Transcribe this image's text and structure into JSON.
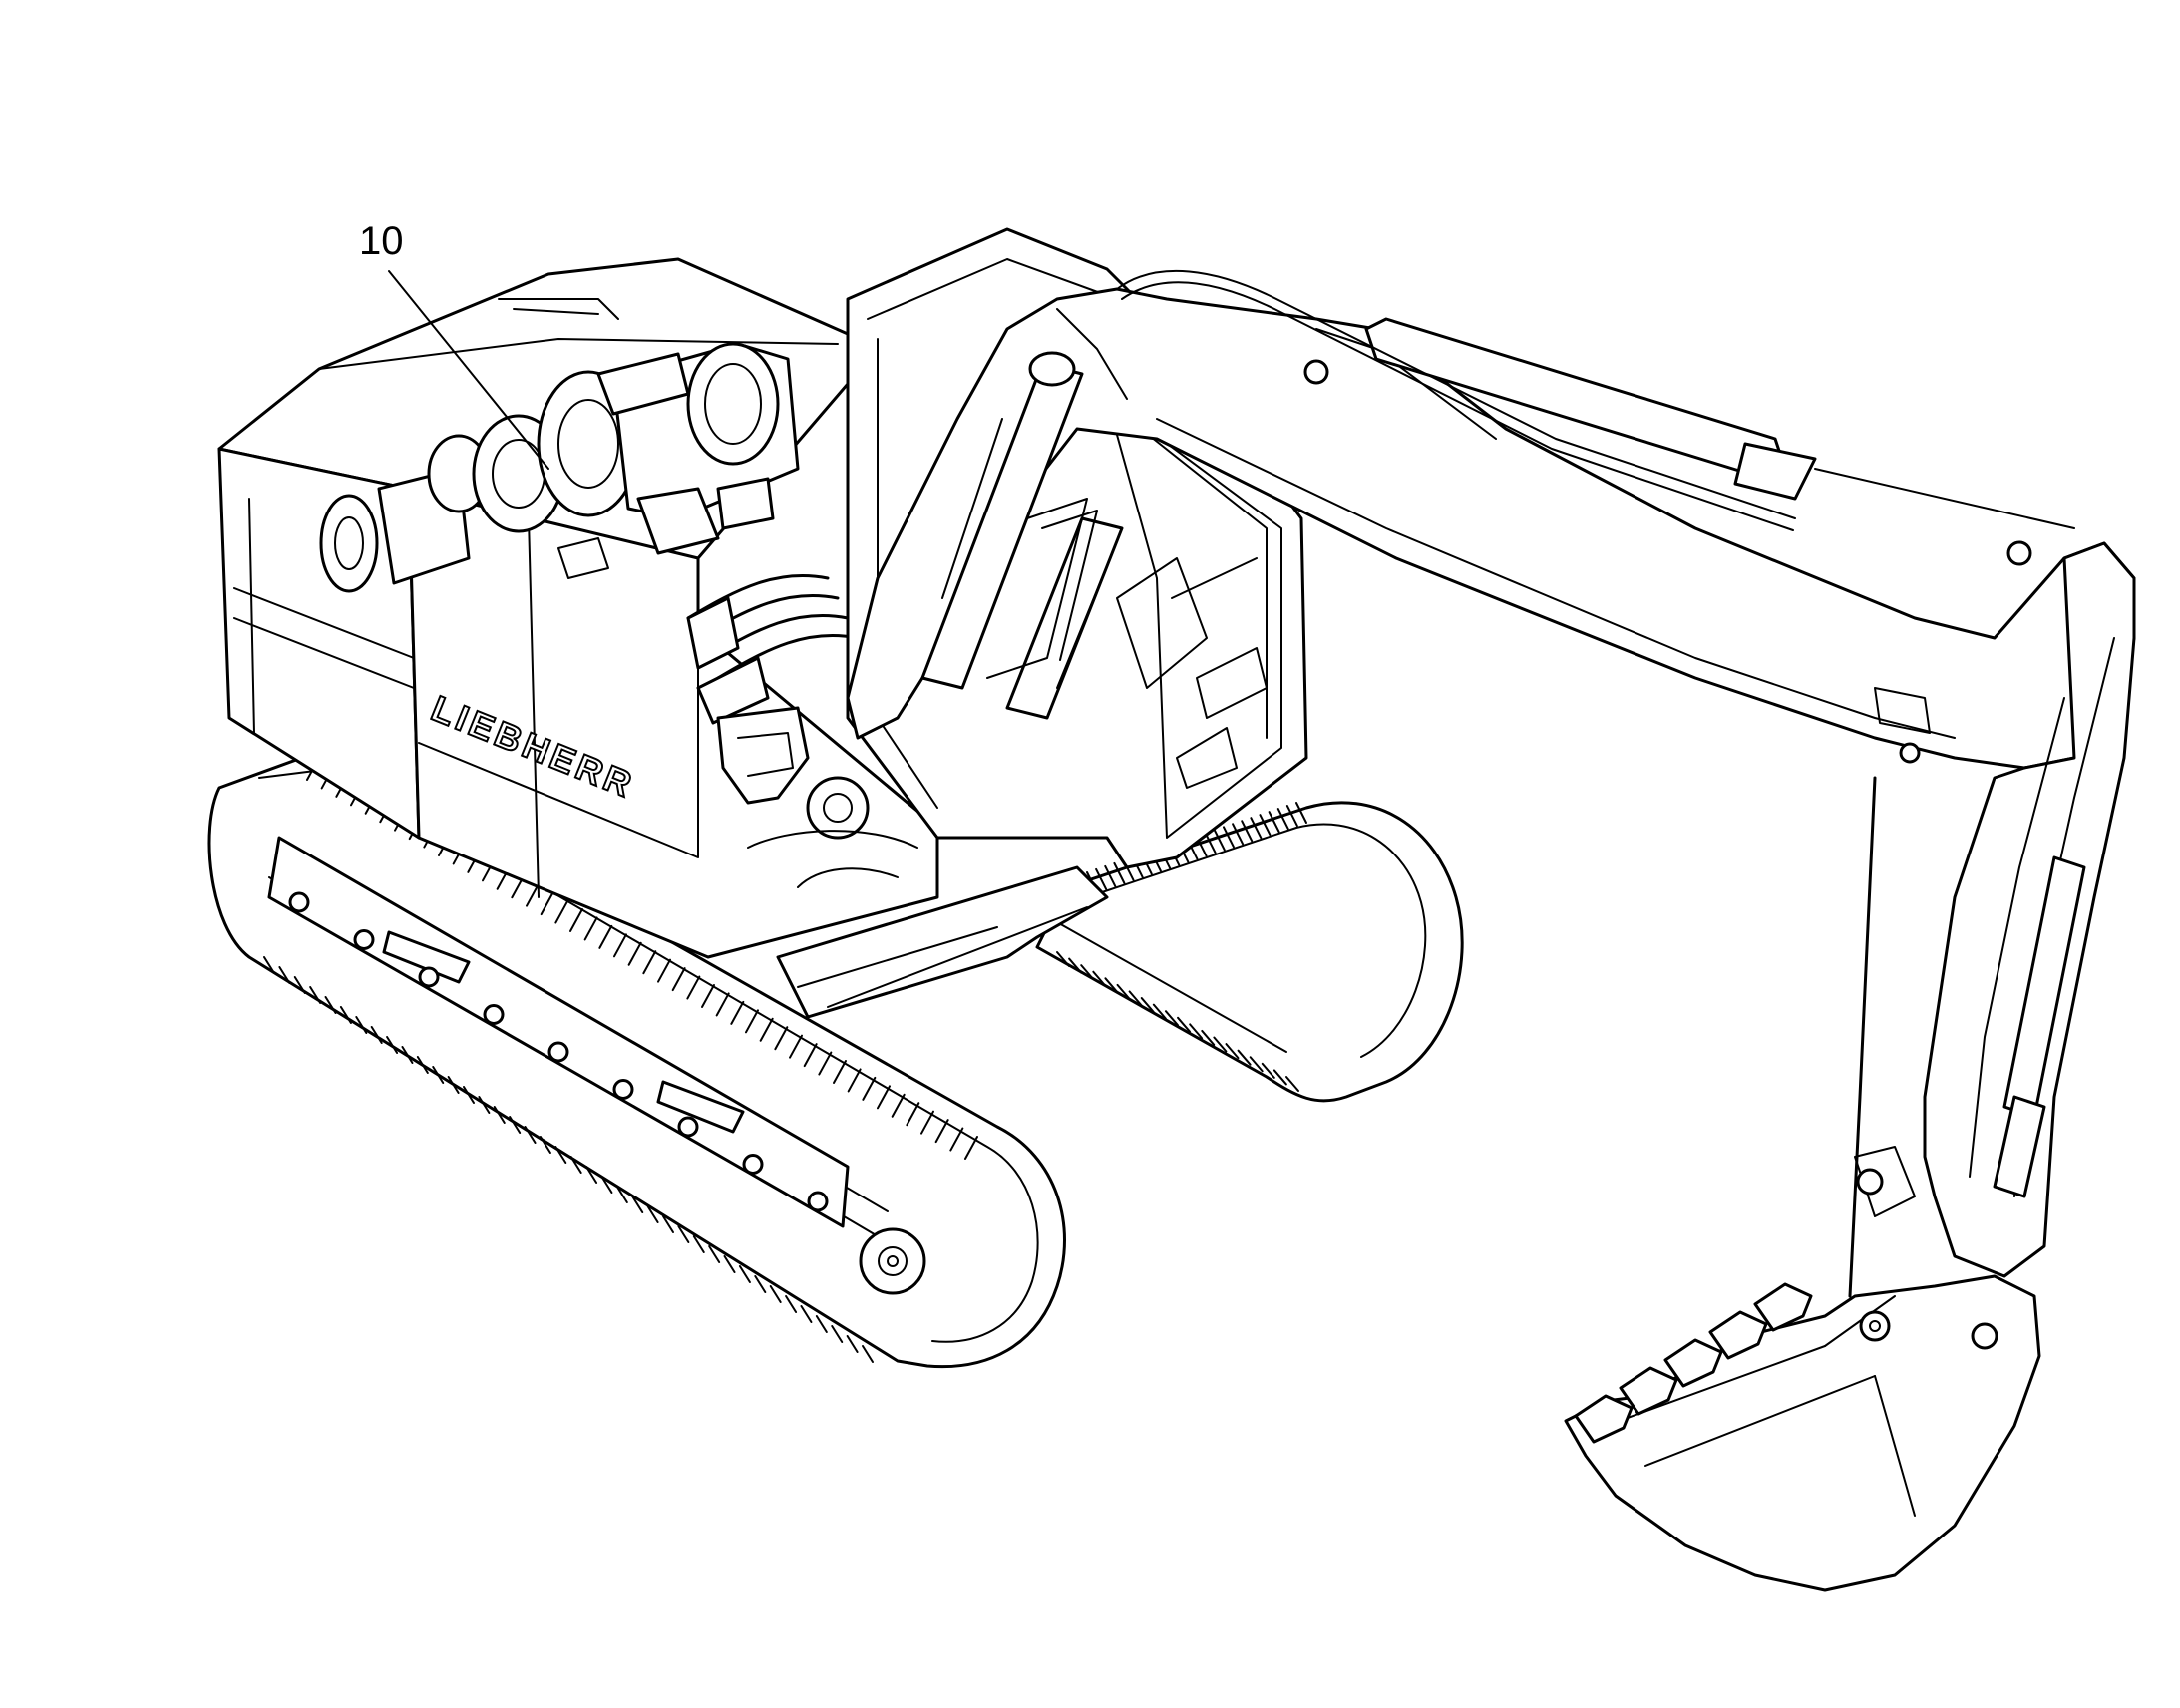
{
  "figure": {
    "callout_label": "10",
    "brand_marking": "LIEBHERR"
  },
  "icons": {
    "main": "excavator-line-drawing"
  },
  "colors": {
    "line": "#000000",
    "background": "#ffffff"
  }
}
